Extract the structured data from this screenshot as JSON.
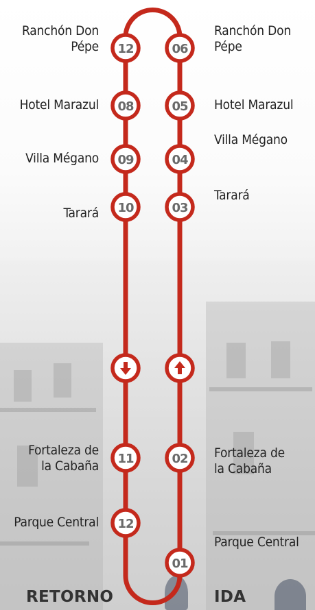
{
  "colors": {
    "route": "#c4291c",
    "stop_fill": "#ffffff",
    "stop_text": "#6a6a6a"
  },
  "left_column": {
    "title": "RETORNO",
    "stops": [
      {
        "number": "12",
        "label": "Ranchón Don\nPépe"
      },
      {
        "number": "08",
        "label": "Hotel Marazul"
      },
      {
        "number": "09",
        "label": "Villa Mégano"
      },
      {
        "number": "10",
        "label": "Tarará"
      },
      {
        "number": "11",
        "label": "Fortaleza de\nla Cabaña"
      },
      {
        "number": "12",
        "label": "Parque Central"
      }
    ],
    "direction_marker": "down-arrow-icon"
  },
  "right_column": {
    "title": "IDA",
    "stops": [
      {
        "number": "06",
        "label": "Ranchón Don\nPépe"
      },
      {
        "number": "05",
        "label": "Hotel Marazul"
      },
      {
        "number": "04",
        "label": "Villa Mégano"
      },
      {
        "number": "03",
        "label": "Tarará"
      },
      {
        "number": "02",
        "label": "Fortaleza de\nla Cabaña"
      },
      {
        "number": "01",
        "label": "Parque Central"
      }
    ],
    "direction_marker": "up-arrow-icon"
  }
}
